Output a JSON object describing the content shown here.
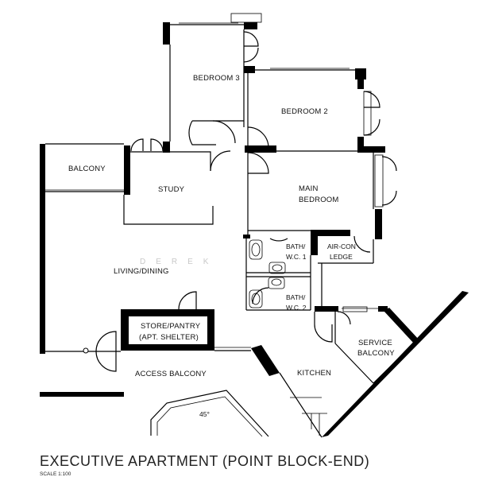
{
  "title": "EXECUTIVE APARTMENT (POINT BLOCK-END)",
  "scale_label": "SCALE 1:100",
  "watermark": "DEREK",
  "angle_label": "45°",
  "rooms": {
    "bedroom3": "BEDROOM 3",
    "bedroom2": "BEDROOM 2",
    "balcony": "BALCONY",
    "study": "STUDY",
    "main_bedroom_line1": "MAIN",
    "main_bedroom_line2": "BEDROOM",
    "bath1_line1": "BATH/",
    "bath1_line2": "W.C. 1",
    "aircon_line1": "AIR-CON",
    "aircon_line2": "LEDGE",
    "living": "LIVING/DINING",
    "bath2_line1": "BATH/",
    "bath2_line2": "W.C. 2",
    "store_line1": "STORE/PANTRY",
    "store_line2": "(APT. SHELTER)",
    "service_line1": "SERVICE",
    "service_line2": "BALCONY",
    "access_balcony": "ACCESS BALCONY",
    "kitchen": "KITCHEN"
  }
}
